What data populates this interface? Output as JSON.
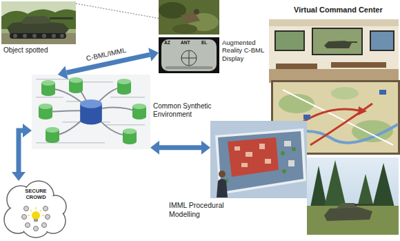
{
  "diagram": {
    "nodes": [
      {
        "text": [
          "Object spotted"
        ]
      },
      {
        "text": [
          "Augmented Reality C-BML Display"
        ]
      },
      {
        "text": [
          "Common Synthetic Environment"
        ]
      },
      {
        "text": [
          "Virtual Command Center"
        ]
      },
      {
        "text": [
          "IMML Procedural Modelling"
        ]
      },
      {
        "text": [
          "SECURE CROWD"
        ]
      }
    ],
    "edges": [
      {
        "from": 0,
        "to": 1,
        "arrow": "none"
      },
      {
        "from": 1,
        "to": 2,
        "label": "C-BML/IMML",
        "arrow": "both"
      },
      {
        "from": 2,
        "to": 4,
        "arrow": "both"
      },
      {
        "from": 2,
        "to": 5,
        "arrow": "both"
      }
    ],
    "labels": [
      "AZ",
      "ANT",
      "EL"
    ]
  }
}
